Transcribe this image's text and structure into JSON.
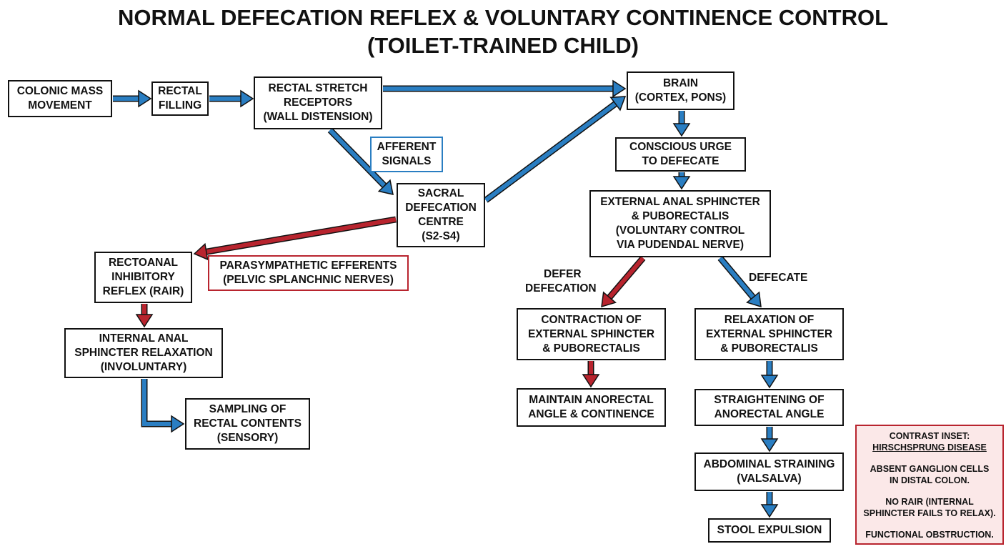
{
  "title": {
    "line1": "NORMAL DEFECATION REFLEX & VOLUNTARY CONTINENCE CONTROL",
    "line2": "(TOILET-TRAINED CHILD)"
  },
  "nodes": {
    "colonic_mass": [
      "COLONIC MASS",
      "MOVEMENT"
    ],
    "rectal_filling": [
      "RECTAL",
      "FILLING"
    ],
    "stretch_receptors": [
      "RECTAL STRETCH",
      "RECEPTORS",
      "(WALL DISTENSION)"
    ],
    "brain": [
      "BRAIN",
      "(CORTEX, PONS)"
    ],
    "afferent": [
      "AFFERENT",
      "SIGNALS"
    ],
    "sacral_centre": [
      "SACRAL",
      "DEFECATION",
      "CENTRE",
      "(S2-S4)"
    ],
    "conscious_urge": [
      "CONSCIOUS URGE",
      "TO DEFECATE"
    ],
    "external_sphincter": [
      "EXTERNAL ANAL SPHINCTER",
      "& PUBORECTALIS",
      "(VOLUNTARY CONTROL",
      "VIA PUDENDAL NERVE)"
    ],
    "rair": [
      "RECTOANAL",
      "INHIBITORY",
      "REFLEX (RAIR)"
    ],
    "parasympathetic": [
      "PARASYMPATHETIC EFFERENTS",
      "(PELVIC SPLANCHNIC NERVES)"
    ],
    "internal_relaxation": [
      "INTERNAL ANAL",
      "SPHINCTER RELAXATION",
      "(INVOLUNTARY)"
    ],
    "sampling": [
      "SAMPLING OF",
      "RECTAL CONTENTS",
      "(SENSORY)"
    ],
    "contraction": [
      "CONTRACTION OF",
      "EXTERNAL SPHINCTER",
      "& PUBORECTALIS"
    ],
    "maintain": [
      "MAINTAIN ANORECTAL",
      "ANGLE & CONTINENCE"
    ],
    "relaxation": [
      "RELAXATION OF",
      "EXTERNAL SPHINCTER",
      "& PUBORECTALIS"
    ],
    "straightening": [
      "STRAIGHTENING OF",
      "ANORECTAL ANGLE"
    ],
    "straining": [
      "ABDOMINAL STRAINING",
      "(VALSALVA)"
    ],
    "expulsion": [
      "STOOL EXPULSION"
    ]
  },
  "labels": {
    "defer_line1": "DEFER",
    "defer_line2": "DEFECATION",
    "defecate": "DEFECATE"
  },
  "inset": {
    "heading": "CONTRAST INSET:",
    "subheading": "HIRSCHSPRUNG DISEASE",
    "point1": [
      "ABSENT GANGLION CELLS",
      "IN DISTAL COLON."
    ],
    "point2": [
      "NO RAIR (INTERNAL",
      "SPHINCTER FAILS TO RELAX)."
    ],
    "point3": "FUNCTIONAL OBSTRUCTION."
  },
  "colors": {
    "blue_arrow": "#2a7ec2",
    "red_arrow": "#b8242e",
    "box_border": "#111111",
    "inset_fill": "#fbe8e8"
  }
}
